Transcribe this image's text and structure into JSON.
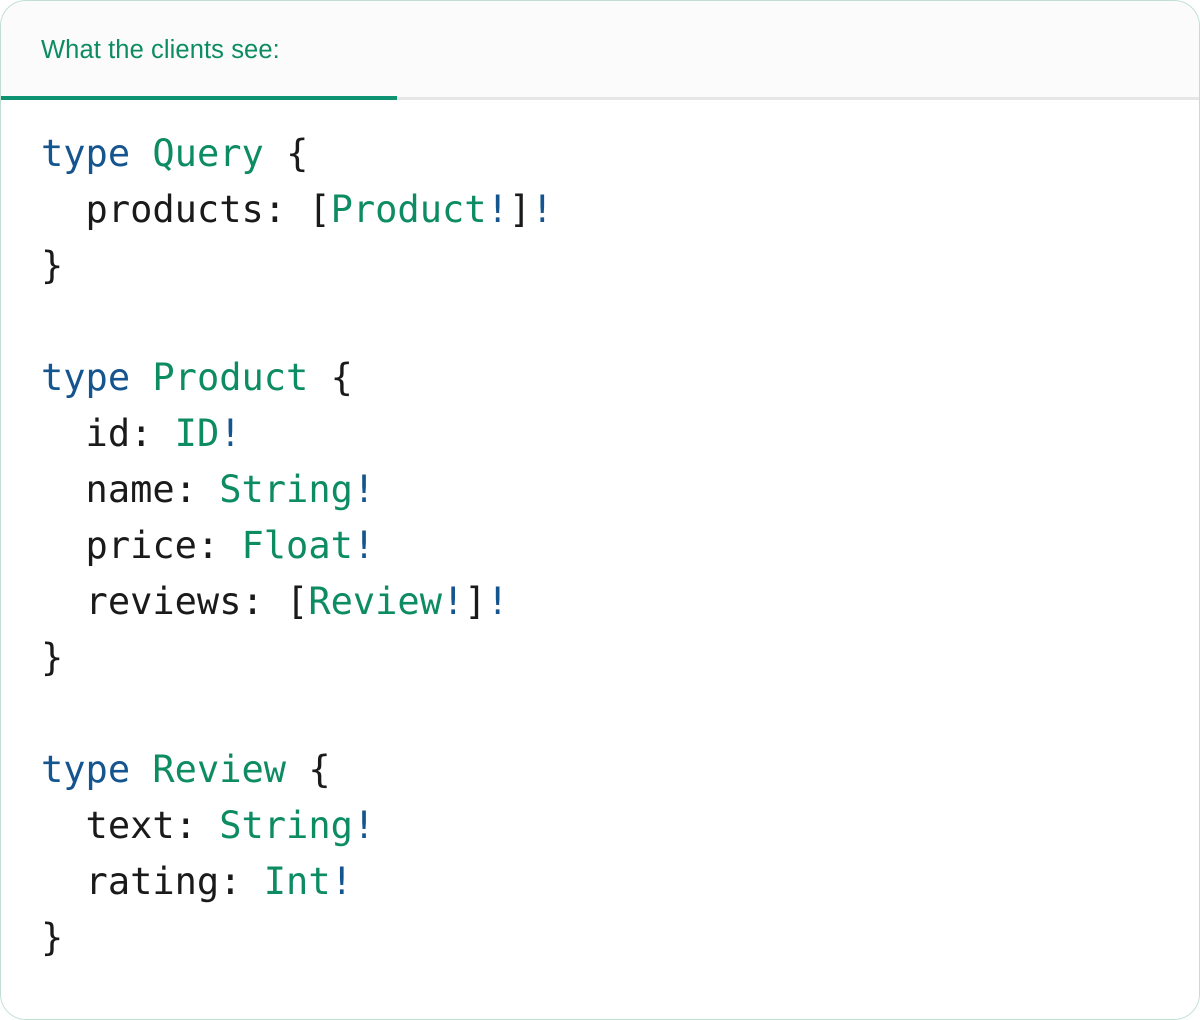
{
  "panel": {
    "border_color": "#bfe0d1",
    "background": "#ffffff"
  },
  "tabbar": {
    "background": "#fbfbfb",
    "rule_color": "#e6e6e6",
    "active_tab": {
      "label": "What the clients see:",
      "color": "#0d8c63",
      "underline_color": "#0d9272"
    }
  },
  "editor": {
    "language": "graphql",
    "colors": {
      "keyword": "#15558f",
      "type": "#0d8c63",
      "punctuation": "#1a1a1a",
      "field": "#1a1a1a",
      "non_null_bang": "#15558f",
      "background": "#ffffff"
    },
    "plain_text": "type Query {\n  products: [Product!]!\n}\n\ntype Product {\n  id: ID!\n  name: String!\n  price: Float!\n  reviews: [Review!]!\n}\n\ntype Review {\n  text: String!\n  rating: Int!\n}",
    "lines": [
      {
        "tokens": [
          {
            "t": "type",
            "c": "keyword"
          },
          {
            "t": " ",
            "c": "plain"
          },
          {
            "t": "Query",
            "c": "type"
          },
          {
            "t": " ",
            "c": "plain"
          },
          {
            "t": "{",
            "c": "punct"
          }
        ]
      },
      {
        "tokens": [
          {
            "t": "  products:",
            "c": "field"
          },
          {
            "t": " ",
            "c": "plain"
          },
          {
            "t": "[",
            "c": "punct"
          },
          {
            "t": "Product",
            "c": "type"
          },
          {
            "t": "!",
            "c": "bang"
          },
          {
            "t": "]",
            "c": "punct"
          },
          {
            "t": "!",
            "c": "bang"
          }
        ]
      },
      {
        "tokens": [
          {
            "t": "}",
            "c": "punct"
          }
        ]
      },
      {
        "tokens": []
      },
      {
        "tokens": [
          {
            "t": "type",
            "c": "keyword"
          },
          {
            "t": " ",
            "c": "plain"
          },
          {
            "t": "Product",
            "c": "type"
          },
          {
            "t": " ",
            "c": "plain"
          },
          {
            "t": "{",
            "c": "punct"
          }
        ]
      },
      {
        "tokens": [
          {
            "t": "  id:",
            "c": "field"
          },
          {
            "t": " ",
            "c": "plain"
          },
          {
            "t": "ID",
            "c": "type"
          },
          {
            "t": "!",
            "c": "bang"
          }
        ]
      },
      {
        "tokens": [
          {
            "t": "  name:",
            "c": "field"
          },
          {
            "t": " ",
            "c": "plain"
          },
          {
            "t": "String",
            "c": "type"
          },
          {
            "t": "!",
            "c": "bang"
          }
        ]
      },
      {
        "tokens": [
          {
            "t": "  price:",
            "c": "field"
          },
          {
            "t": " ",
            "c": "plain"
          },
          {
            "t": "Float",
            "c": "type"
          },
          {
            "t": "!",
            "c": "bang"
          }
        ]
      },
      {
        "tokens": [
          {
            "t": "  reviews:",
            "c": "field"
          },
          {
            "t": " ",
            "c": "plain"
          },
          {
            "t": "[",
            "c": "punct"
          },
          {
            "t": "Review",
            "c": "type"
          },
          {
            "t": "!",
            "c": "bang"
          },
          {
            "t": "]",
            "c": "punct"
          },
          {
            "t": "!",
            "c": "bang"
          }
        ]
      },
      {
        "tokens": [
          {
            "t": "}",
            "c": "punct"
          }
        ]
      },
      {
        "tokens": []
      },
      {
        "tokens": [
          {
            "t": "type",
            "c": "keyword"
          },
          {
            "t": " ",
            "c": "plain"
          },
          {
            "t": "Review",
            "c": "type"
          },
          {
            "t": " ",
            "c": "plain"
          },
          {
            "t": "{",
            "c": "punct"
          }
        ]
      },
      {
        "tokens": [
          {
            "t": "  text:",
            "c": "field"
          },
          {
            "t": " ",
            "c": "plain"
          },
          {
            "t": "String",
            "c": "type"
          },
          {
            "t": "!",
            "c": "bang"
          }
        ]
      },
      {
        "tokens": [
          {
            "t": "  rating:",
            "c": "field"
          },
          {
            "t": " ",
            "c": "plain"
          },
          {
            "t": "Int",
            "c": "type"
          },
          {
            "t": "!",
            "c": "bang"
          }
        ]
      },
      {
        "tokens": [
          {
            "t": "}",
            "c": "punct"
          }
        ]
      }
    ]
  }
}
